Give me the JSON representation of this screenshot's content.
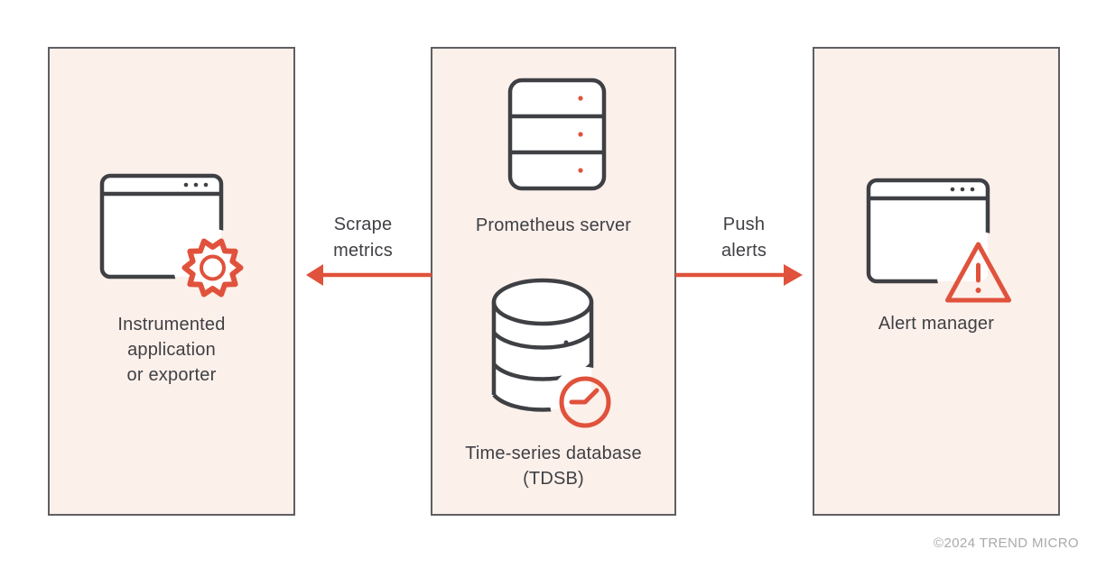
{
  "colors": {
    "background": "#ffffff",
    "node_fill": "#fcf0eb",
    "node_border": "#5e5f63",
    "icon_outline": "#3f4044",
    "accent": "#e0523c",
    "label_text": "#3f4044",
    "copyright_text": "#a8aaad"
  },
  "nodes": {
    "app": {
      "lines": [
        "Instrumented",
        "application",
        "or exporter"
      ],
      "icons": [
        "browser-window-icon",
        "gear-icon"
      ]
    },
    "prometheus": {
      "label": "Prometheus server",
      "icons": [
        "server-icon"
      ]
    },
    "tsdb": {
      "lines": [
        "Time-series database",
        "(TDSB)"
      ],
      "icons": [
        "database-icon",
        "clock-icon"
      ]
    },
    "alert": {
      "label": "Alert manager",
      "icons": [
        "browser-window-icon",
        "warning-triangle-icon"
      ]
    }
  },
  "edges": {
    "scrape": {
      "lines": [
        "Scrape",
        "metrics"
      ],
      "direction": "left"
    },
    "push": {
      "lines": [
        "Push",
        "alerts"
      ],
      "direction": "right"
    }
  },
  "footer": {
    "copyright": "©2024 TREND MICRO"
  }
}
